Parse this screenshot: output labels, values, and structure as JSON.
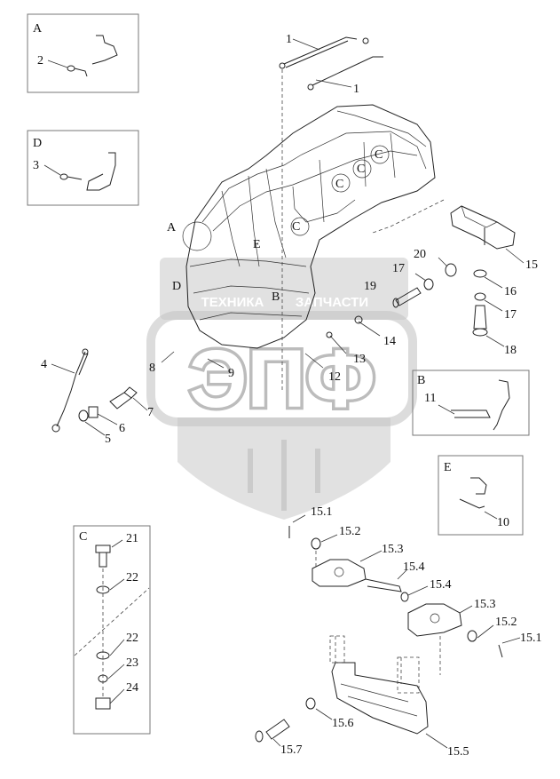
{
  "watermark": {
    "logo_text": "ЭПФ",
    "banner_left": "ТЕХНИКА",
    "banner_right": "ЗАПЧАСТИ"
  },
  "insets": {
    "A": {
      "letter": "A",
      "labels": [
        "2"
      ]
    },
    "D": {
      "letter": "D",
      "labels": [
        "3"
      ]
    },
    "B": {
      "letter": "B",
      "labels": [
        "11"
      ]
    },
    "E": {
      "letter": "E",
      "labels": [
        "10"
      ]
    },
    "C": {
      "letter": "C",
      "labels": [
        "21",
        "22",
        "22",
        "23",
        "24"
      ]
    }
  },
  "main_labels": {
    "cab_A": "A",
    "cab_D": "D",
    "cab_E": "E",
    "cab_B": "B",
    "cab_C1": "C",
    "cab_C2": "C",
    "cab_C3": "C",
    "cab_C4": "C",
    "p1a": "1",
    "p1b": "1",
    "p4": "4",
    "p5": "5",
    "p6": "6",
    "p7": "7",
    "p8": "8",
    "p9": "9",
    "p12": "12",
    "p13": "13",
    "p14": "14",
    "p15": "15",
    "p16": "16",
    "p17a": "17",
    "p17b": "17",
    "p18": "18",
    "p19": "19",
    "p20": "20"
  },
  "hinge_labels": {
    "h151a": "15.1",
    "h152a": "15.2",
    "h153a": "15.3",
    "h154a": "15.4",
    "h154b": "15.4",
    "h153b": "15.3",
    "h152b": "15.2",
    "h151b": "15.1",
    "h156": "15.6",
    "h157": "15.7",
    "h155": "15.5"
  }
}
